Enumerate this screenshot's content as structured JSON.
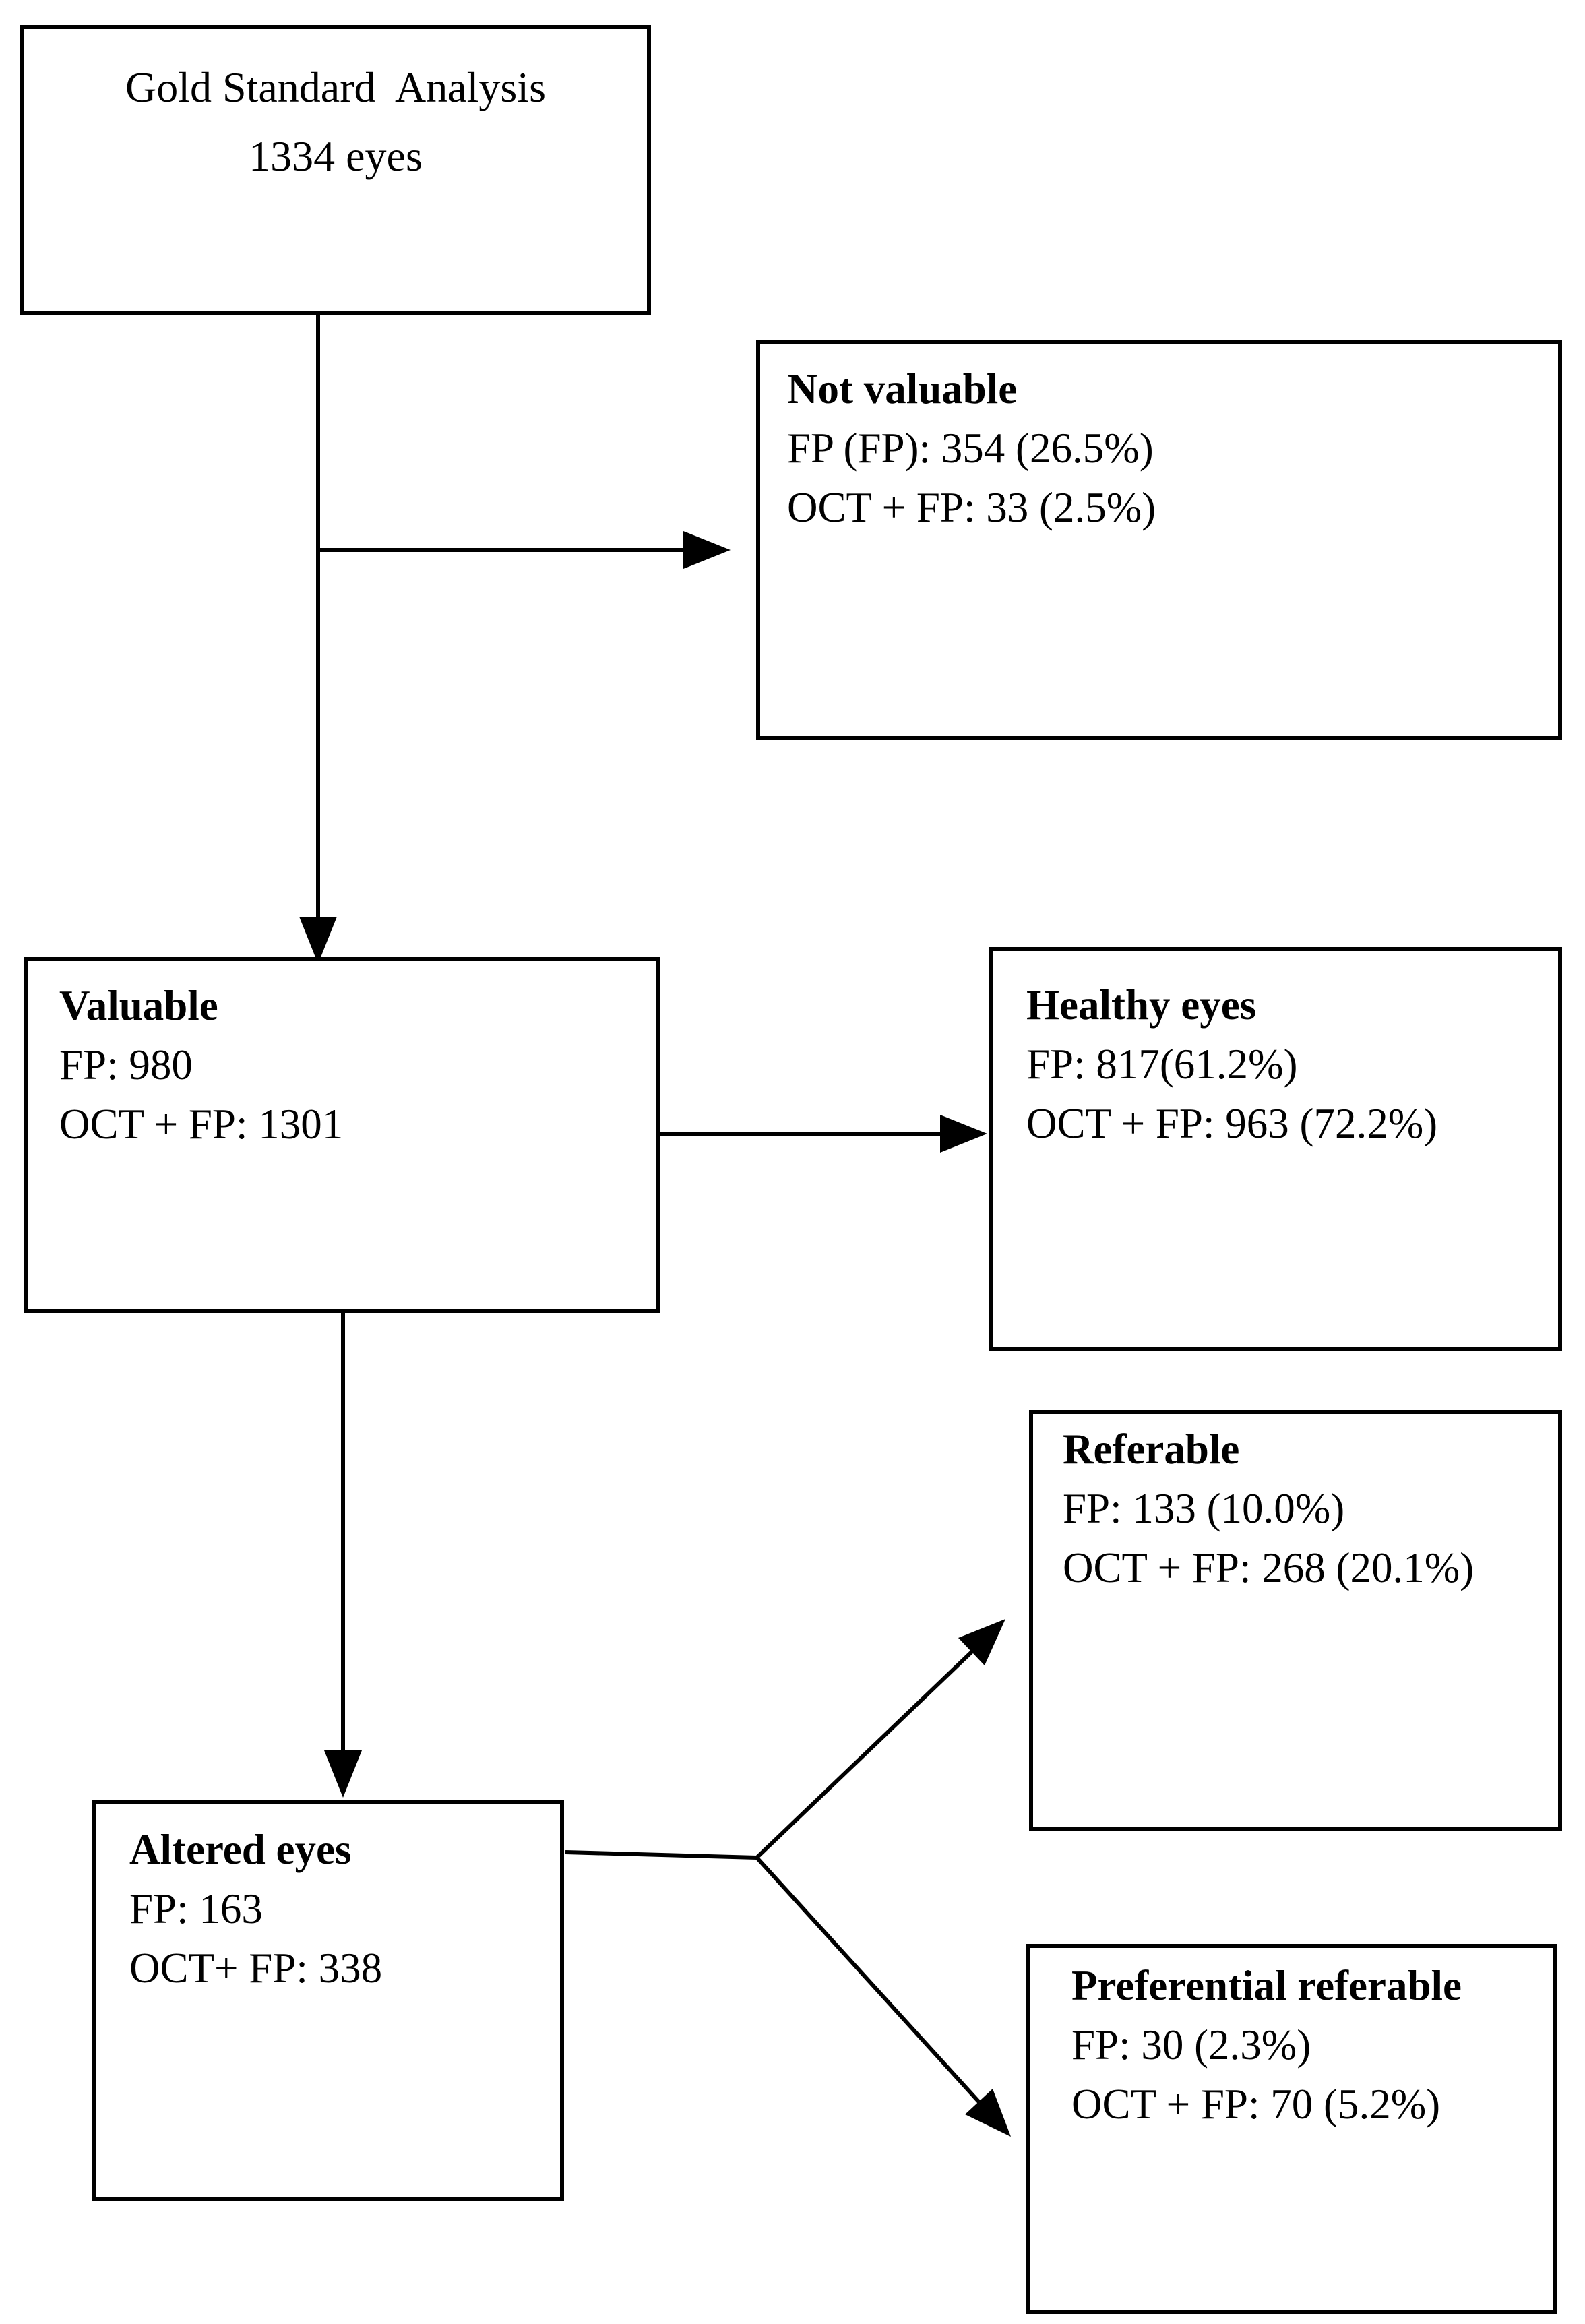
{
  "figure": {
    "description": "Flowchart of gold standard analysis of eyes, split into valuable / not valuable, then healthy vs altered eyes, then referable vs preferential referable",
    "colors": {
      "background": "#ffffff",
      "box_border": "#000000",
      "text": "#000000",
      "connector": "#000000"
    },
    "boxes": {
      "gold_standard": {
        "line1": "Gold Standard  Analysis",
        "line2": "1334 eyes"
      },
      "not_valuable": {
        "title": "Not valuable",
        "fp": "FP (FP): 354 (26.5%)",
        "oct_fp": "OCT + FP: 33 (2.5%)"
      },
      "valuable": {
        "title": "Valuable",
        "fp": "FP: 980",
        "oct_fp": "OCT + FP: 1301"
      },
      "healthy_eyes": {
        "title": "Healthy eyes",
        "fp": "FP: 817(61.2%)",
        "oct_fp": "OCT + FP: 963 (72.2%)"
      },
      "altered_eyes": {
        "title": "Altered eyes",
        "fp": "FP: 163",
        "oct_fp": "OCT+ FP: 338"
      },
      "referable": {
        "title": "Referable",
        "fp": "FP: 133 (10.0%)",
        "oct_fp": "OCT + FP: 268 (20.1%)"
      },
      "preferential_referable": {
        "title": "Preferential referable",
        "fp": "FP: 30 (2.3%)",
        "oct_fp": "OCT + FP: 70 (5.2%)"
      }
    }
  }
}
